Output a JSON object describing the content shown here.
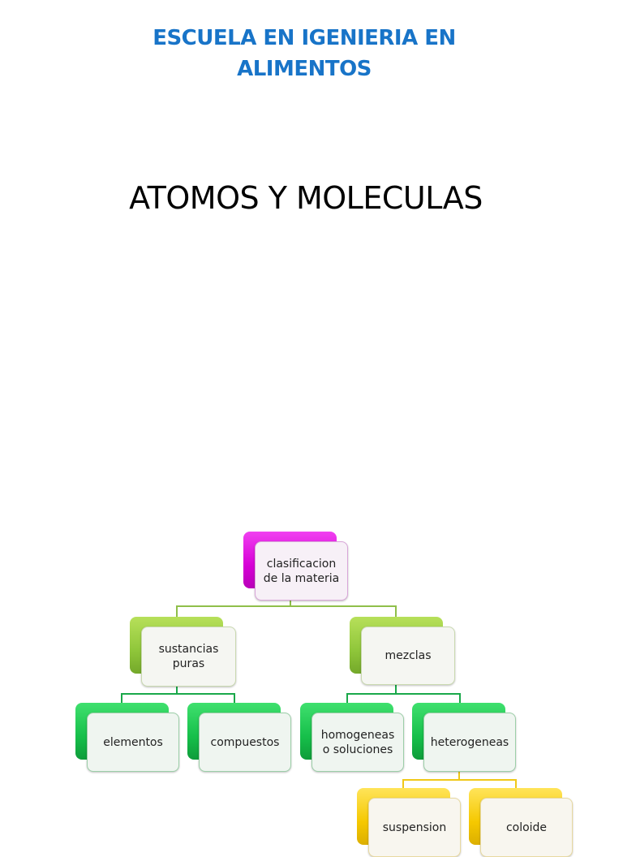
{
  "header": {
    "school_line1": "ESCUELA EN IGENIERIA EN",
    "school_line2": "ALIMENTOS",
    "title": "ATOMOS Y MOLECULAS"
  },
  "colors": {
    "school_title": "#1874c8",
    "root_node": "#e020e0",
    "level1_nodes": "#8fc63a",
    "level2_nodes": "#16bf4a",
    "level3_nodes": "#f5c800",
    "connector_level1": "#8fbf4a",
    "connector_level2": "#1aa84a",
    "connector_level3": "#f0c818"
  },
  "diagram": {
    "root": {
      "line1": "clasificacion",
      "line2": "de la materia"
    },
    "level1": [
      {
        "line1": "sustancias",
        "line2": "puras"
      },
      {
        "line1": "mezclas"
      }
    ],
    "level2": [
      {
        "line1": "elementos"
      },
      {
        "line1": "compuestos"
      },
      {
        "line1": "homogeneas",
        "line2": "o soluciones"
      },
      {
        "line1": "heterogeneas"
      }
    ],
    "level3": [
      {
        "line1": "suspension"
      },
      {
        "line1": "coloide"
      }
    ]
  }
}
